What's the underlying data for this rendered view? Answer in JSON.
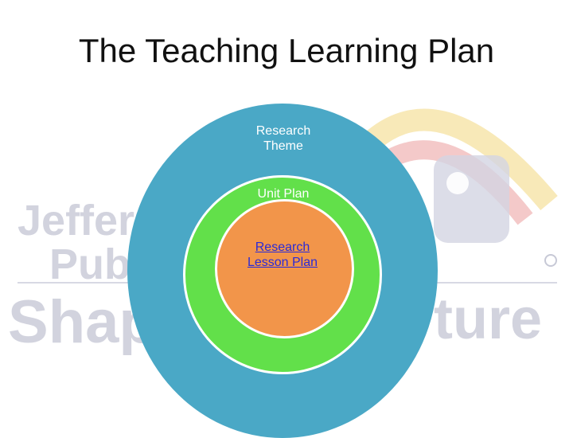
{
  "slide": {
    "title": "The Teaching Learning Plan"
  },
  "diagram": {
    "outer": {
      "label": "Research Theme",
      "color": "#4aa8c6"
    },
    "middle": {
      "label": "Unit Plan",
      "color": "#62e04a"
    },
    "inner": {
      "label": "Research Lesson Plan",
      "color": "#f2954a",
      "link_color": "#2a2ad8"
    }
  },
  "watermark": {
    "lines": [
      "Jeffers",
      "Publ",
      "Shap",
      "ture"
    ],
    "colors": {
      "text": "#c7c9d6",
      "arc_red": "#f3c3c3",
      "arc_yellow": "#f7e7b0"
    }
  }
}
